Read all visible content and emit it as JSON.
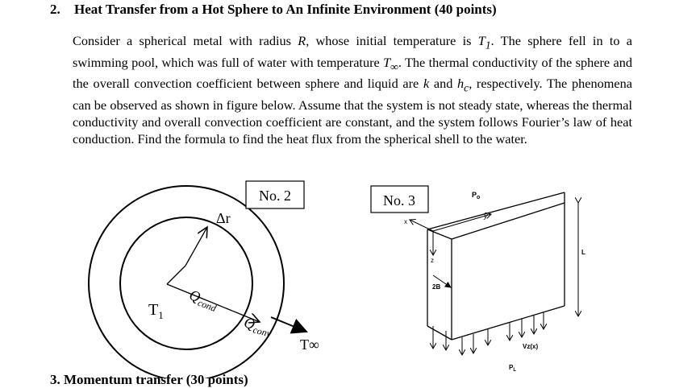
{
  "question": {
    "number": "2.",
    "title": "Heat Transfer from a Hot Sphere to An Infinite Environment (40 points)"
  },
  "paragraph": {
    "s1": "Consider a spherical metal with radius ",
    "R": "R",
    "s2": ", whose initial temperature is ",
    "T1_base": "T",
    "T1_sub": "1",
    "s3": ". The sphere fell in to a swimming pool, which was full of water with temperature ",
    "Tinf_base": "T",
    "Tinf_sub": "∞",
    "s4": ". The thermal conductivity of the sphere and the overall convection coefficient between sphere and liquid are ",
    "k": "k",
    "s5": " and ",
    "hc_base": "h",
    "hc_sub": "c",
    "s6": ", respectively. The phenomena can be observed as shown in figure below. Assume that the system is not steady state, whereas the thermal conductivity and overall convection coefficient are constant, and the system follows Fourier’s law of heat conduction. Find the formula to find the heat flux from the spherical shell to the water."
  },
  "figure2": {
    "label": "No. 2",
    "delta_r": "Δr",
    "t1_base": "T",
    "t1_sub": "1",
    "qcond_base": "Q",
    "qcond_sub": "cond",
    "qconv_base": "Q",
    "qconv_sub": "conv",
    "tinf": "T∞"
  },
  "figure3": {
    "label": "No. 3",
    "p0_base": "P",
    "p0_sub": "o",
    "x": "x",
    "y": "y",
    "z": "z",
    "L": "L",
    "twoB": "2B",
    "vz": "Vz(x)",
    "pl_base": "P",
    "pl_sub": "L"
  },
  "next_question": "3.    Momentum transfer (30 points)"
}
